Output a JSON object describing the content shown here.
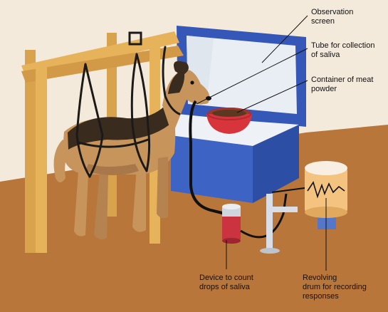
{
  "labels": {
    "observation_screen": "Observation\nscreen",
    "tube": "Tube for collection\nof saliva",
    "container": "Container of meat\npowder",
    "device": "Device to count\ndrops of saliva",
    "drum": "Revolving\ndrum for recording\nresponses"
  },
  "colors": {
    "floor": "#b9763a",
    "wall": "#f4eadb",
    "screen_frame": "#3558b8",
    "screen_glass": "#e9eef4",
    "wood": "#e7b35a",
    "dog_tan": "#c7955c",
    "dog_dark": "#3a2b1f",
    "bowl": "#d8343b"
  },
  "icons": [
    "dog-illustration",
    "meat-powder-bowl-icon",
    "saliva-counter-icon",
    "recording-drum-icon"
  ]
}
